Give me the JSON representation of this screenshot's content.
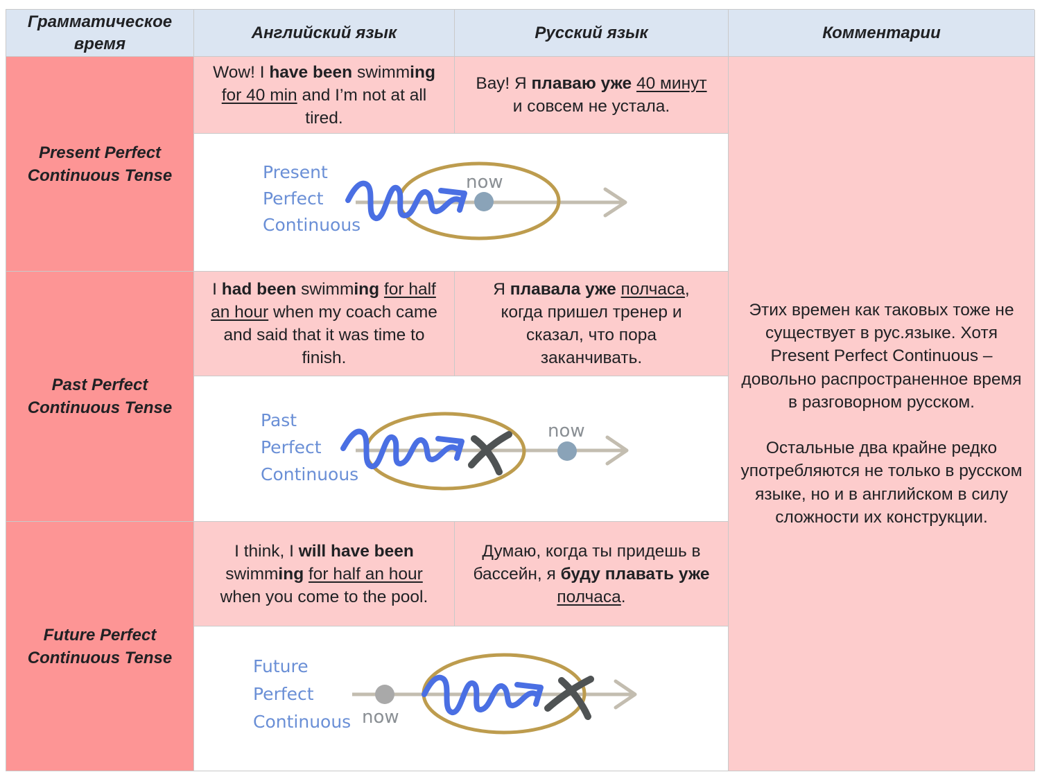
{
  "headers": [
    "Грамматическое время",
    "Английский язык",
    "Русский язык",
    "Комментарии"
  ],
  "rows": [
    {
      "tense": "Present Perfect Continuous Tense",
      "english": [
        {
          "t": "Wow! I "
        },
        {
          "t": "have been",
          "b": true
        },
        {
          "t": " swimm"
        },
        {
          "t": "ing",
          "b": true
        },
        {
          "t": " "
        },
        {
          "t": "for 40 min",
          "u": true
        },
        {
          "t": " and I’m not at all tired."
        }
      ],
      "russian": [
        {
          "t": "Вау! Я "
        },
        {
          "t": "плаваю уже",
          "b": true
        },
        {
          "t": " "
        },
        {
          "t": "40 минут",
          "u": true
        },
        {
          "t": " и совсем не устала."
        }
      ],
      "diagram": {
        "label": [
          "Present",
          "Perfect",
          "Continuous"
        ],
        "now": "now"
      }
    },
    {
      "tense": "Past Perfect Continuous Tense",
      "english": [
        {
          "t": "I "
        },
        {
          "t": "had been",
          "b": true
        },
        {
          "t": " swimm"
        },
        {
          "t": "ing",
          "b": true
        },
        {
          "t": " "
        },
        {
          "t": "for half an hour",
          "u": true
        },
        {
          "t": " when my coach came and said that it was time to finish."
        }
      ],
      "russian": [
        {
          "t": "Я "
        },
        {
          "t": "плавала уже",
          "b": true
        },
        {
          "t": " "
        },
        {
          "t": "полчаса",
          "u": true
        },
        {
          "t": ", когда пришел тренер и сказал, что пора заканчивать."
        }
      ],
      "diagram": {
        "label": [
          "Past",
          "Perfect",
          "Continuous"
        ],
        "now": "now"
      }
    },
    {
      "tense": "Future Perfect Continuous Tense",
      "english": [
        {
          "t": "I think, I "
        },
        {
          "t": "will have been",
          "b": true
        },
        {
          "t": " swimm"
        },
        {
          "t": "ing",
          "b": true
        },
        {
          "t": " "
        },
        {
          "t": "for half an hour",
          "u": true
        },
        {
          "t": " when you come to the pool."
        }
      ],
      "russian": [
        {
          "t": "Думаю, когда ты придешь в бассейн, я "
        },
        {
          "t": "буду плавать уже",
          "b": true
        },
        {
          "t": " "
        },
        {
          "t": "полчаса",
          "u": true
        },
        {
          "t": "."
        }
      ],
      "diagram": {
        "label": [
          "Future",
          "Perfect",
          "Continuous"
        ],
        "now": "now"
      }
    }
  ],
  "comment": {
    "p1": "Этих времен как таковых тоже не существует в рус.языке. Хотя Present Perfect Continuous – довольно распространенное время в разговорном русском.",
    "p2": "Остальные два крайне редко употребляются не только в русском языке, но и в английском в силу сложности их конструкции."
  },
  "colors": {
    "header_bg": "#dbe5f2",
    "tense_bg": "#fd9595",
    "example_bg": "#fdcccc",
    "timeline": "#c3bdb0",
    "ellipse": "#bd9c4e",
    "squiggle": "#4a6fe3",
    "cross": "#4f5354",
    "now_dot": "#8aa3b8",
    "label": "#6a8fd6"
  }
}
